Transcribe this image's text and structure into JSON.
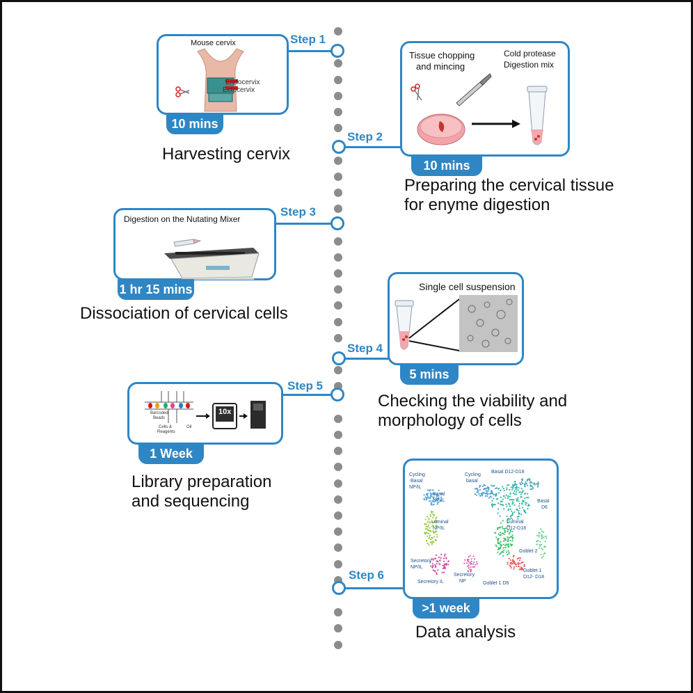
{
  "steps": [
    {
      "step_label": "Step 1",
      "time": "10 mins",
      "title": "Harvesting cervix"
    },
    {
      "step_label": "Step 2",
      "time": "10 mins",
      "title_line1": "Preparing the cervical tissue",
      "title_line2": "for enyme digestion"
    },
    {
      "step_label": "Step 3",
      "time": "1 hr 15 mins",
      "title": "Dissociation of cervical cells"
    },
    {
      "step_label": "Step 4",
      "time": "5 mins",
      "title_line1": "Checking the viability and",
      "title_line2": "morphology of cells"
    },
    {
      "step_label": "Step 5",
      "time": "1 Week",
      "title_line1": "Library preparation",
      "title_line2": "and sequencing"
    },
    {
      "step_label": "Step 6",
      "time": ">1 week",
      "title": "Data analysis"
    }
  ],
  "step1_card": {
    "caption": "Mouse cervix",
    "endocervix": "Endocervix",
    "ectocervix": "Ectocervix"
  },
  "step2_card": {
    "caption_a1": "Tissue chopping",
    "caption_a2": "and mincing",
    "caption_b1": "Cold protease",
    "caption_b2": "Digestion mix"
  },
  "step3_card": {
    "caption": "Digestion on the Nutating Mixer"
  },
  "step4_card": {
    "caption": "Single cell suspension"
  },
  "step5_card": {
    "beads_1": "Barcoded",
    "beads_2": "Beads",
    "cells_1": "Cells &",
    "cells_2": "Reagents",
    "oil": "Oil",
    "device": "10x"
  },
  "step6_umap": {
    "labels": [
      {
        "text": "Cycling",
        "color": "#1a4f8a"
      },
      {
        "text": "Basal",
        "color": "#1a4f8a"
      },
      {
        "text": "NP/IL",
        "color": "#1a4f8a"
      },
      {
        "text": "Basal",
        "color": "#1a4f8a"
      },
      {
        "text": "NP/IL",
        "color": "#1a4f8a"
      },
      {
        "text": "Luminal",
        "color": "#1a4f8a"
      },
      {
        "text": "NP/IL",
        "color": "#1a4f8a"
      },
      {
        "text": "Secretory",
        "color": "#1a4f8a"
      },
      {
        "text": "NP/IL",
        "color": "#1a4f8a"
      },
      {
        "text": "Secretory IL",
        "color": "#1a4f8a"
      },
      {
        "text": "Secretory",
        "color": "#1a4f8a"
      },
      {
        "text": "NP",
        "color": "#1a4f8a"
      },
      {
        "text": "Cycling",
        "color": "#1a4f8a"
      },
      {
        "text": "basal",
        "color": "#1a4f8a"
      },
      {
        "text": "Basal D12-D18",
        "color": "#1a4f8a"
      },
      {
        "text": "Basal",
        "color": "#1a4f8a"
      },
      {
        "text": "D6",
        "color": "#1a4f8a"
      },
      {
        "text": "Luminal",
        "color": "#1a4f8a"
      },
      {
        "text": "D12-D18",
        "color": "#1a4f8a"
      },
      {
        "text": "Goblet 2",
        "color": "#1a4f8a"
      },
      {
        "text": "Goblet 1",
        "color": "#1a4f8a"
      },
      {
        "text": "D12- D18",
        "color": "#1a4f8a"
      },
      {
        "text": "Goblet 1 D6",
        "color": "#1a4f8a"
      }
    ]
  },
  "colors": {
    "accent": "#2f86c4",
    "dots": "#8c8c8c"
  }
}
